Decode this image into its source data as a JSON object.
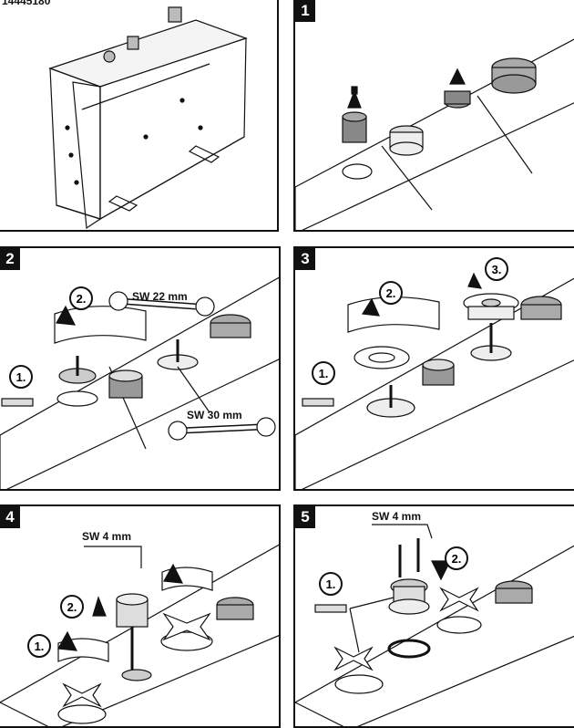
{
  "part_number": "14445180",
  "panels": [
    {
      "step": ""
    },
    {
      "step": "1"
    },
    {
      "step": "2",
      "callouts": [
        "1.",
        "2."
      ],
      "wrench_a": "SW 22 mm",
      "wrench_b": "SW 30 mm"
    },
    {
      "step": "3",
      "callouts": [
        "1.",
        "2.",
        "3."
      ]
    },
    {
      "step": "4",
      "callouts": [
        "1.",
        "2."
      ],
      "key": "SW 4 mm"
    },
    {
      "step": "5",
      "callouts": [
        "1.",
        "2."
      ],
      "key": "SW 4 mm"
    }
  ],
  "colors": {
    "ink": "#111111",
    "grey_part": "#8a8a8a",
    "light_grey": "#cfcfcf",
    "tube_green": "#3a9a6a"
  }
}
